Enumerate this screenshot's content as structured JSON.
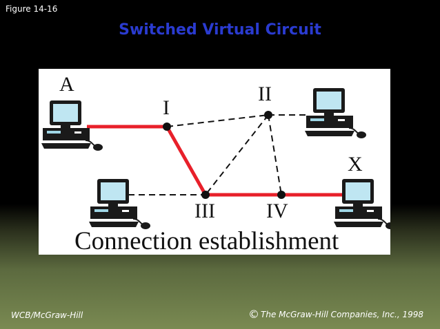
{
  "slide": {
    "figure_label": "Figure 14-16",
    "title": "Switched Virtual Circuit",
    "footer_left": "WCB/McGraw-Hill",
    "footer_copyright_symbol": "©",
    "footer_right": "The McGraw-Hill Companies, Inc., 1998"
  },
  "diagram": {
    "caption": "Connection establishment",
    "endpoints": [
      "A",
      "X"
    ],
    "switches": [
      "I",
      "II",
      "III",
      "IV"
    ],
    "colors": {
      "active_path": "#e8202a",
      "idle_link": "#111111",
      "title": "#2a3bd0"
    },
    "icons": [
      "computer-icon"
    ]
  }
}
